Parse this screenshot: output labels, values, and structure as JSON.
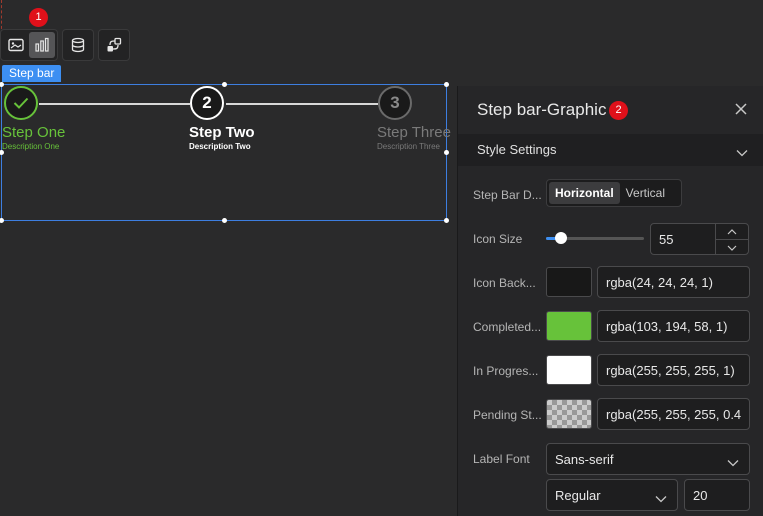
{
  "badges": {
    "toolbar": "1",
    "panel": "2"
  },
  "component_tag": "Step bar",
  "toolbar": {
    "group_icons": [
      "image-card-icon",
      "bar-chart-icon"
    ],
    "database_icon": "database-icon",
    "interaction_icon": "interaction-icon"
  },
  "steps": [
    {
      "title": "Step One",
      "description": "Description One",
      "status": "completed",
      "number": "1"
    },
    {
      "title": "Step Two",
      "description": "Description Two",
      "status": "in-progress",
      "number": "2"
    },
    {
      "title": "Step Three",
      "description": "Description Three",
      "status": "pending",
      "number": "3"
    }
  ],
  "panel": {
    "title": "Step bar-Graphic",
    "section": "Style Settings",
    "direction": {
      "label": "Step Bar D...",
      "options": [
        "Horizontal",
        "Vertical"
      ],
      "selected": "Horizontal"
    },
    "icon_size": {
      "label": "Icon Size",
      "value": "55",
      "slider_fraction": 0.15
    },
    "icon_background": {
      "label": "Icon Back...",
      "value": "rgba(24, 24, 24, 1)",
      "color": "#181818"
    },
    "completed": {
      "label": "Completed...",
      "value": "rgba(103, 194, 58, 1)",
      "color": "#67c23a"
    },
    "in_progress": {
      "label": "In Progres...",
      "value": "rgba(255, 255, 255, 1)",
      "color": "#ffffff"
    },
    "pending": {
      "label": "Pending St...",
      "value": "rgba(255, 255, 255, 0.4",
      "color": "transparent-checker"
    },
    "label_font": {
      "label": "Label Font",
      "family": "Sans-serif",
      "weight": "Regular",
      "size": "20"
    }
  }
}
